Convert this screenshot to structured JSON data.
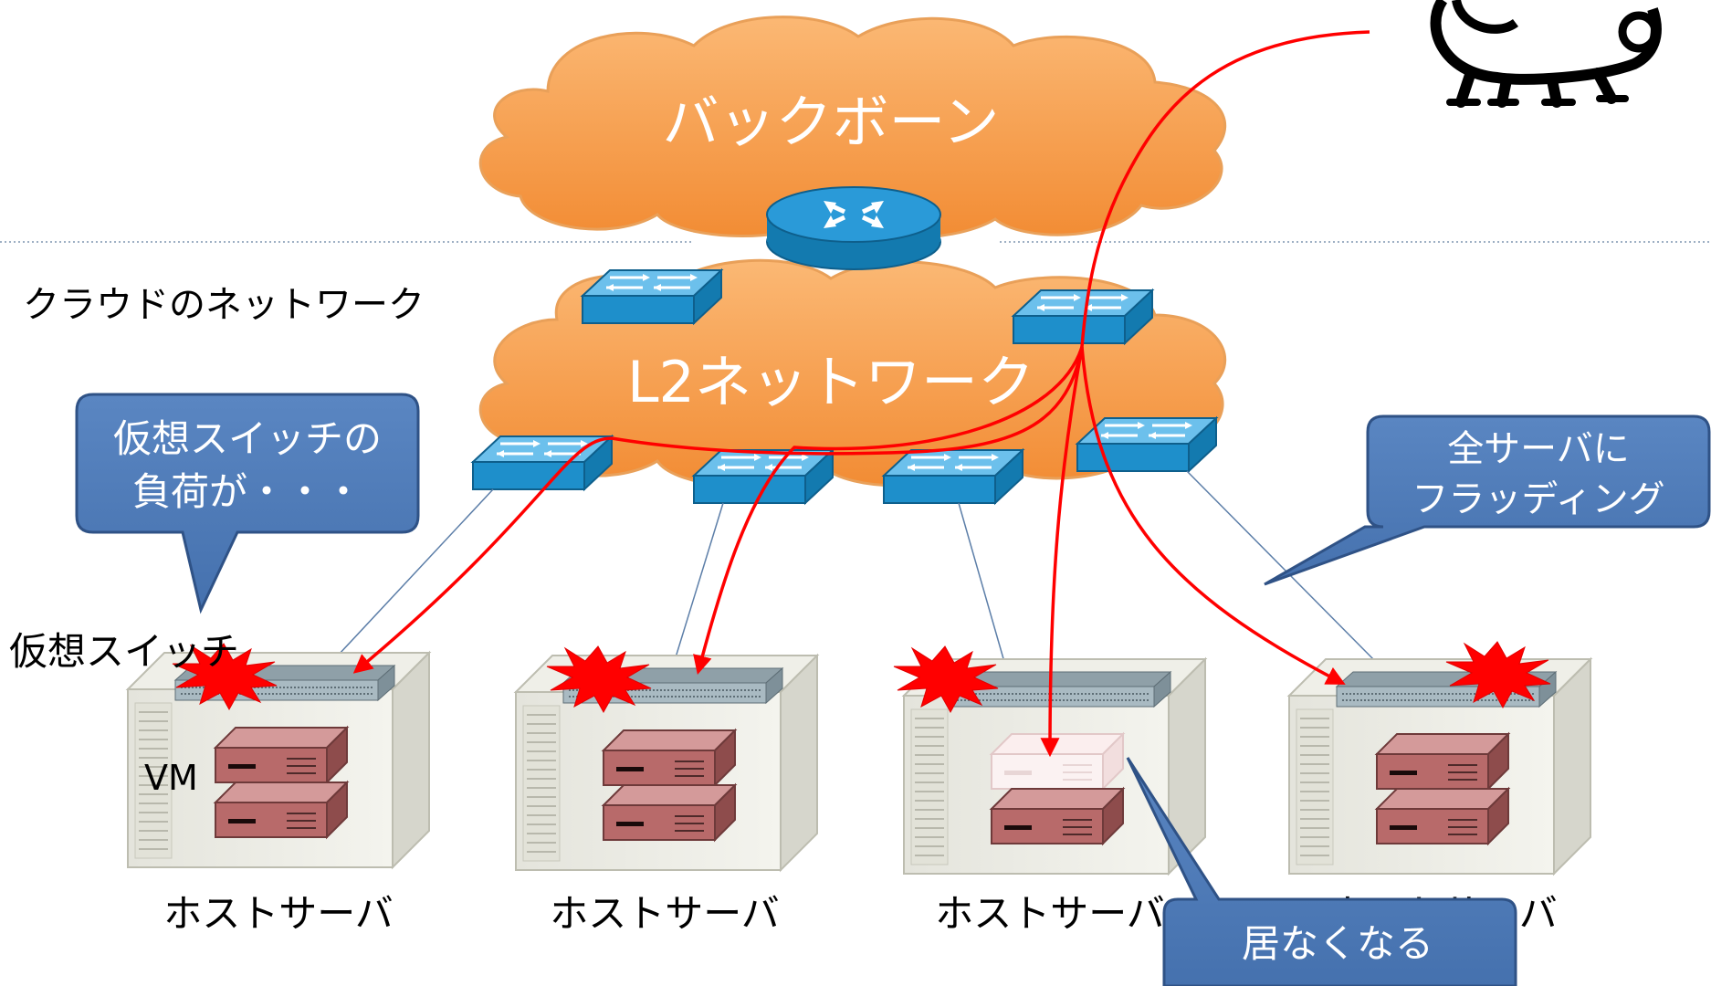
{
  "clouds": {
    "backbone_label": "バックボーン",
    "l2_label": "L2ネットワーク"
  },
  "side_labels": {
    "cloud_network": "クラウドのネットワーク",
    "virtual_switch": "仮想スイッチ",
    "vm": "VM"
  },
  "callouts": {
    "vswitch_load_line1": "仮想スイッチの",
    "vswitch_load_line2": "負荷が・・・",
    "flooding_line1": "全サーバに",
    "flooding_line2": "フラッディング",
    "vm_gone": "居なくなる"
  },
  "servers": [
    {
      "label": "ホストサーバ"
    },
    {
      "label": "ホストサーバ"
    },
    {
      "label": "ホストサーバ"
    },
    {
      "label": "ホストサーバ"
    }
  ],
  "colors": {
    "cloud_fill": "#F7A150",
    "cloud_stroke": "#E07A22",
    "callout_fill": "#4E7AB8",
    "callout_stroke": "#2F5286",
    "switch_fill": "#1E8FCB",
    "flow_line": "#FF0000",
    "burst": "#FF0000",
    "vm_fill": "#B86A6A"
  }
}
